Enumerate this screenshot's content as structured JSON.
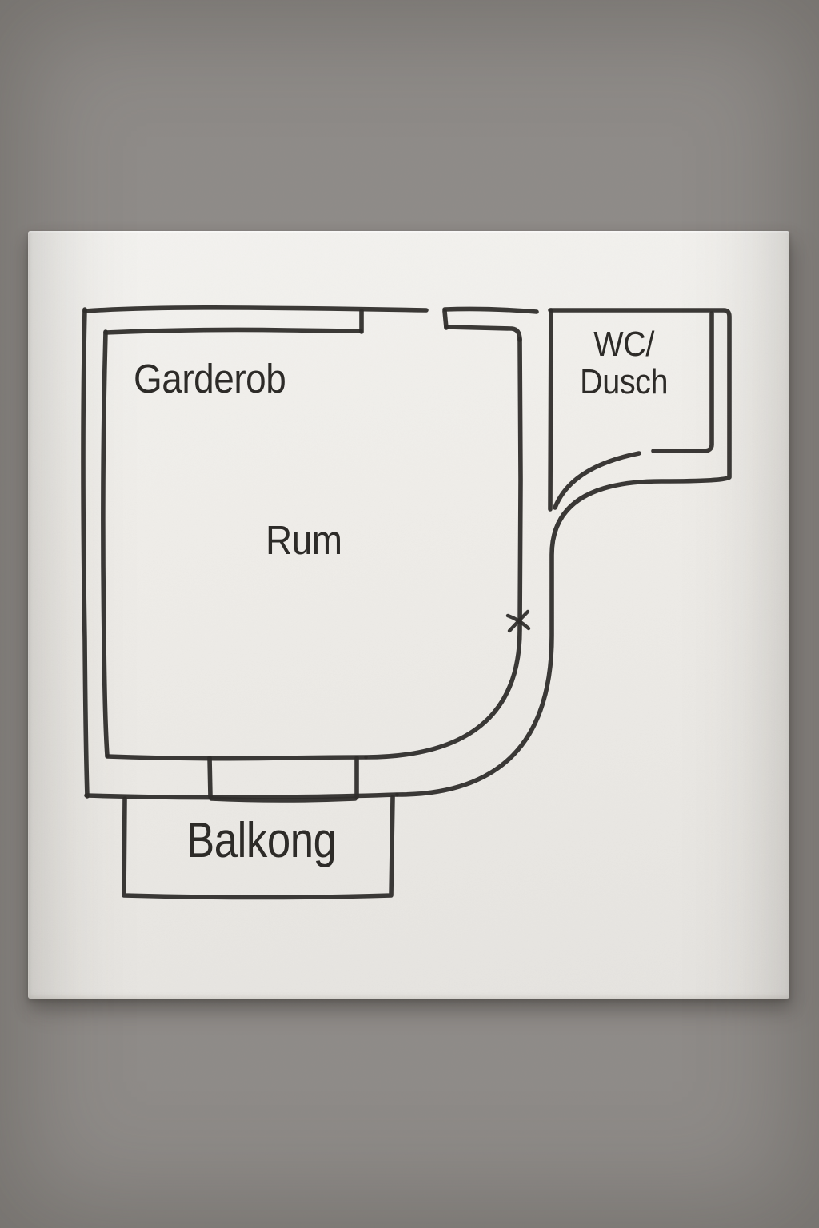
{
  "scene": {
    "description": "Hand-drawn floor plan sketch in black ink on a white paper card, photographed on a gray wall",
    "drawing_type": "floor-plan"
  },
  "rooms": {
    "garderob": {
      "label": "Garderob",
      "type": "wardrobe"
    },
    "rum": {
      "label": "Rum",
      "type": "main-room"
    },
    "wc": {
      "label": "WC/\nDusch",
      "type": "bathroom"
    },
    "balkong": {
      "label": "Balkong",
      "type": "balcony"
    }
  },
  "colors": {
    "ink": "#2e2c29",
    "card": "#efede9",
    "wall": "#b1adaa"
  }
}
